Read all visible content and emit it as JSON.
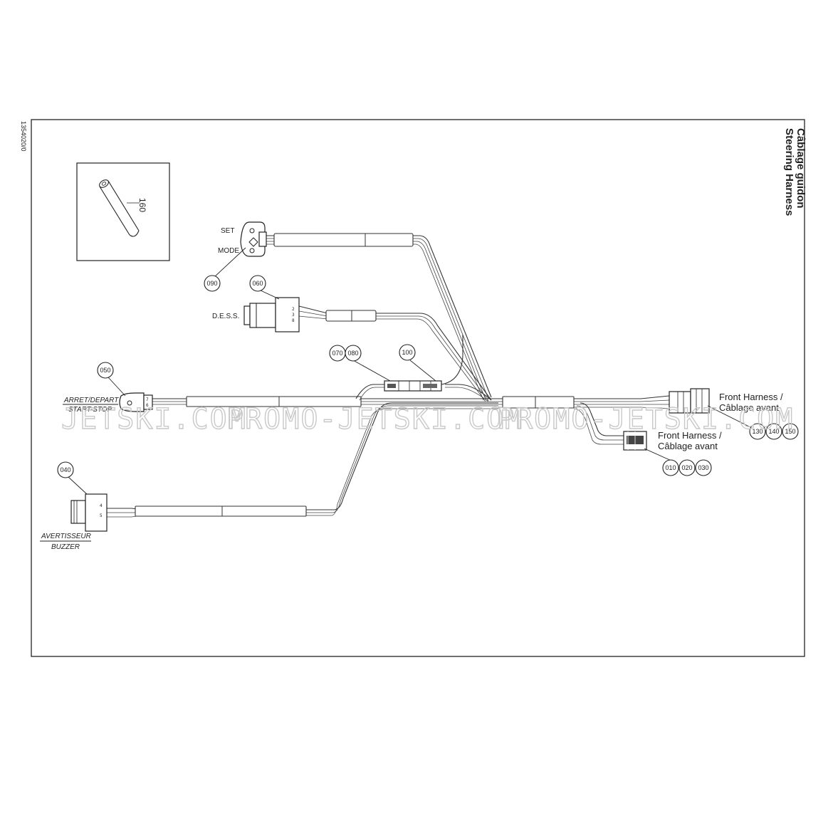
{
  "doc_id": "1354020/0",
  "title": {
    "line1": "Steering Harness",
    "line2": "Câblage guidon"
  },
  "labels": {
    "set": "SET",
    "mode": "MODE",
    "dess": "D.E.S.S.",
    "arret_depart": "ARRET/DEPART",
    "start_stop": "START-STOP",
    "avertisseur": "AVERTISSEUR",
    "buzzer": "BUZZER",
    "front_harness_1a": "Front Harness /",
    "front_harness_1b": "Câblage avant",
    "front_harness_2a": "Front Harness /",
    "front_harness_2b": "Câblage avant",
    "pin_dess": [
      "2",
      "3",
      "8"
    ],
    "pin_start": [
      "7",
      "6"
    ],
    "pin_buzzer": [
      "4",
      "5"
    ]
  },
  "callouts": {
    "c160": "160",
    "c090": "090",
    "c060": "060",
    "c070": "070",
    "c080": "080",
    "c100": "100",
    "c050": "050",
    "c040": "040",
    "c130": "130",
    "c140": "140",
    "c150": "150",
    "c010": "010",
    "c020": "020",
    "c030": "030"
  },
  "watermark": {
    "w1": "JETSKI.COM",
    "w2": "PROMO-JETSKI.COM",
    "w3": "PROMO-JETSKI.COM"
  }
}
